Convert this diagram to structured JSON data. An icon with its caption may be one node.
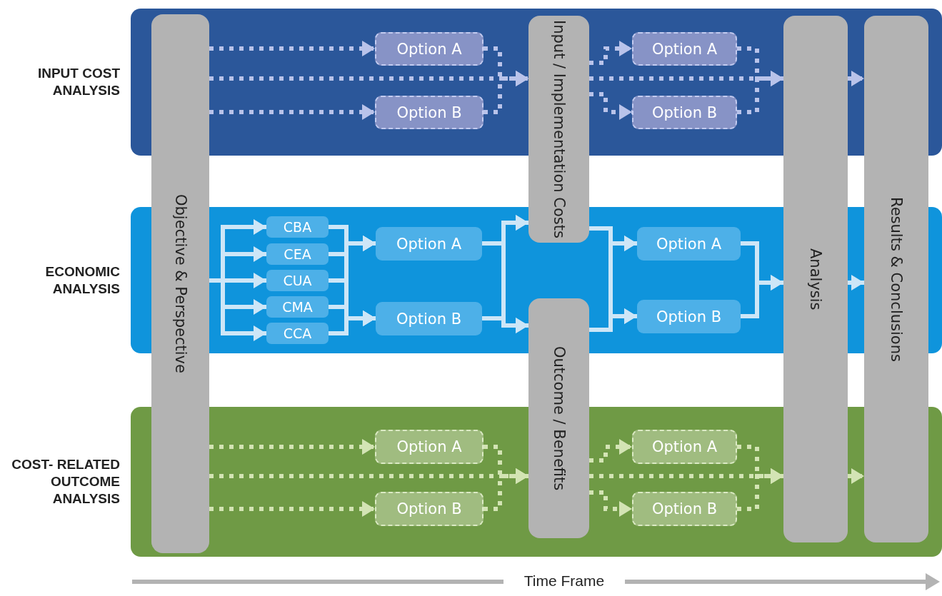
{
  "diagram": {
    "nodes": [
      {
        "text": [
          "INPUT COST ANALYSIS"
        ]
      },
      {
        "text": [
          "ECONOMIC ANALYSIS"
        ]
      },
      {
        "text": [
          "COST- RELATED OUTCOME ANALYSIS"
        ]
      },
      {
        "text": [
          "Objective & Perspective"
        ]
      },
      {
        "text": [
          "Input / Implementation Costs"
        ]
      },
      {
        "text": [
          "Outcome / Benefits"
        ]
      },
      {
        "text": [
          "Analysis"
        ]
      },
      {
        "text": [
          "Results & Conclusions"
        ]
      },
      {
        "text": [
          "Option A"
        ],
        "in": 0
      },
      {
        "text": [
          "Option B"
        ],
        "in": 0
      },
      {
        "text": [
          "Option A"
        ],
        "in": 0
      },
      {
        "text": [
          "Option B"
        ],
        "in": 0
      },
      {
        "text": [
          "CBA"
        ],
        "in": 1
      },
      {
        "text": [
          "CEA"
        ],
        "in": 1
      },
      {
        "text": [
          "CUA"
        ],
        "in": 1
      },
      {
        "text": [
          "CMA"
        ],
        "in": 1
      },
      {
        "text": [
          "CCA"
        ],
        "in": 1
      },
      {
        "text": [
          "Option A"
        ],
        "in": 1
      },
      {
        "text": [
          "Option B"
        ],
        "in": 1
      },
      {
        "text": [
          "Option A"
        ],
        "in": 1
      },
      {
        "text": [
          "Option B"
        ],
        "in": 1
      },
      {
        "text": [
          "Option A"
        ],
        "in": 2
      },
      {
        "text": [
          "Option B"
        ],
        "in": 2
      },
      {
        "text": [
          "Option A"
        ],
        "in": 2
      },
      {
        "text": [
          "Option B"
        ],
        "in": 2
      }
    ],
    "edges": [
      {
        "from": 3,
        "to": 8,
        "arrow": "to",
        "style": "dashed",
        "color": "#b9c3ea"
      },
      {
        "from": 3,
        "to": 4,
        "arrow": "to",
        "style": "dashed",
        "color": "#b9c3ea"
      },
      {
        "from": 3,
        "to": 9,
        "arrow": "to",
        "style": "dashed",
        "color": "#b9c3ea"
      },
      {
        "from": 8,
        "to": 4,
        "arrow": "to",
        "style": "dashed",
        "color": "#b9c3ea"
      },
      {
        "from": 9,
        "to": 4,
        "arrow": "to",
        "style": "dashed",
        "color": "#b9c3ea"
      },
      {
        "from": 4,
        "to": 10,
        "arrow": "to",
        "style": "dashed",
        "color": "#b9c3ea"
      },
      {
        "from": 4,
        "to": 11,
        "arrow": "to",
        "style": "dashed",
        "color": "#b9c3ea"
      },
      {
        "from": 4,
        "to": 6,
        "arrow": "to",
        "style": "dashed",
        "color": "#b9c3ea"
      },
      {
        "from": 10,
        "to": 6,
        "arrow": "to",
        "style": "dashed",
        "color": "#b9c3ea"
      },
      {
        "from": 11,
        "to": 6,
        "arrow": "to",
        "style": "dashed",
        "color": "#b9c3ea"
      },
      {
        "from": 6,
        "to": 7,
        "arrow": "to",
        "style": "dashed",
        "color": "#b9c3ea"
      },
      {
        "from": 3,
        "to": 12,
        "arrow": "to"
      },
      {
        "from": 3,
        "to": 13,
        "arrow": "to"
      },
      {
        "from": 3,
        "to": 14,
        "arrow": "to"
      },
      {
        "from": 3,
        "to": 15,
        "arrow": "to"
      },
      {
        "from": 3,
        "to": 16,
        "arrow": "to"
      },
      {
        "from": 12,
        "to": 17,
        "arrow": "to"
      },
      {
        "from": 12,
        "to": 18,
        "arrow": "to"
      },
      {
        "from": 13,
        "to": 17,
        "arrow": "to"
      },
      {
        "from": 13,
        "to": 18,
        "arrow": "to"
      },
      {
        "from": 14,
        "to": 17,
        "arrow": "to"
      },
      {
        "from": 14,
        "to": 18,
        "arrow": "to"
      },
      {
        "from": 15,
        "to": 17,
        "arrow": "to"
      },
      {
        "from": 15,
        "to": 18,
        "arrow": "to"
      },
      {
        "from": 16,
        "to": 17,
        "arrow": "to"
      },
      {
        "from": 16,
        "to": 18,
        "arrow": "to"
      },
      {
        "from": 17,
        "to": 4,
        "arrow": "to"
      },
      {
        "from": 17,
        "to": 5,
        "arrow": "to"
      },
      {
        "from": 18,
        "to": 4,
        "arrow": "to"
      },
      {
        "from": 18,
        "to": 5,
        "arrow": "to"
      },
      {
        "from": 4,
        "to": 19,
        "arrow": "to"
      },
      {
        "from": 4,
        "to": 20,
        "arrow": "to"
      },
      {
        "from": 5,
        "to": 19,
        "arrow": "to"
      },
      {
        "from": 5,
        "to": 20,
        "arrow": "to"
      },
      {
        "from": 19,
        "to": 6,
        "arrow": "to"
      },
      {
        "from": 20,
        "to": 6,
        "arrow": "to"
      },
      {
        "from": 6,
        "to": 7,
        "arrow": "to"
      },
      {
        "from": 3,
        "to": 21,
        "arrow": "to",
        "style": "dashed",
        "color": "#d3e4b4"
      },
      {
        "from": 3,
        "to": 5,
        "arrow": "to",
        "style": "dashed",
        "color": "#d3e4b4"
      },
      {
        "from": 3,
        "to": 22,
        "arrow": "to",
        "style": "dashed",
        "color": "#d3e4b4"
      },
      {
        "from": 21,
        "to": 5,
        "arrow": "to",
        "style": "dashed",
        "color": "#d3e4b4"
      },
      {
        "from": 22,
        "to": 5,
        "arrow": "to",
        "style": "dashed",
        "color": "#d3e4b4"
      },
      {
        "from": 5,
        "to": 23,
        "arrow": "to",
        "style": "dashed",
        "color": "#d3e4b4"
      },
      {
        "from": 5,
        "to": 24,
        "arrow": "to",
        "style": "dashed",
        "color": "#d3e4b4"
      },
      {
        "from": 5,
        "to": 6,
        "arrow": "to",
        "style": "dashed",
        "color": "#d3e4b4"
      },
      {
        "from": 23,
        "to": 6,
        "arrow": "to",
        "style": "dashed",
        "color": "#d3e4b4"
      },
      {
        "from": 24,
        "to": 6,
        "arrow": "to",
        "style": "dashed",
        "color": "#d3e4b4"
      },
      {
        "from": 6,
        "to": 7,
        "arrow": "to",
        "style": "dashed",
        "color": "#d3e4b4"
      }
    ],
    "labels": [
      "Time Frame"
    ]
  }
}
